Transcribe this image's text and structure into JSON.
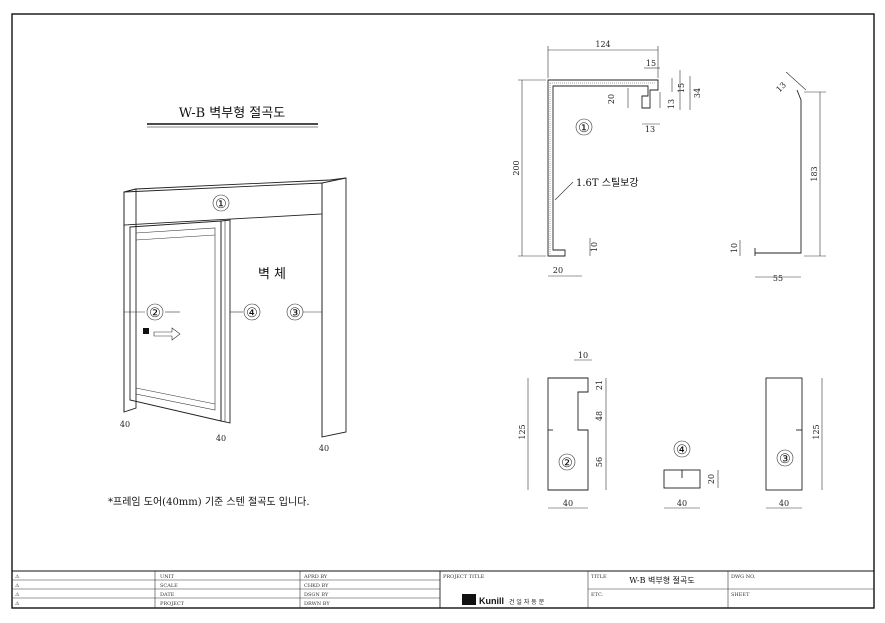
{
  "drawing": {
    "title": "W-B 벽부형 절곡도",
    "note": "*프레임 도어(40mm) 기준 스텐 절곡도 입니다.",
    "wall_label": "벽 체",
    "callouts": [
      "①",
      "②",
      "③",
      "④"
    ],
    "door_dims": [
      "40",
      "40",
      "40"
    ]
  },
  "profile1": {
    "dims": [
      "124",
      "15",
      "15",
      "34",
      "20",
      "13",
      "13",
      "200",
      "10",
      "20"
    ],
    "note": "1.6T 스틸보강"
  },
  "profile_right": {
    "dims": [
      "13",
      "183",
      "10",
      "55"
    ]
  },
  "profile2": {
    "dims": [
      "10",
      "21",
      "48",
      "56",
      "125",
      "40"
    ]
  },
  "profile4": {
    "dims": [
      "20",
      "40"
    ]
  },
  "profile3": {
    "dims": [
      "125",
      "40"
    ]
  },
  "title_block": {
    "rev_marks": [
      "⚠",
      "⚠",
      "⚠",
      "⚠"
    ],
    "col1": [
      "UNIT",
      "SCALE",
      "DATE",
      "PROJECT"
    ],
    "col2": [
      "APRD BY",
      "CHKD BY",
      "DSGN BY",
      "DRWN BY"
    ],
    "project_title_label": "PROJECT TITLE",
    "company": "Kunill",
    "company_kr": "건 일 자 동 문",
    "title_label": "TITLE",
    "title_value": "W-B 벽부형 절곡도",
    "etc_label": "ETC.",
    "dwg_label": "DWG NO.",
    "sheet_label": "SHEET"
  }
}
